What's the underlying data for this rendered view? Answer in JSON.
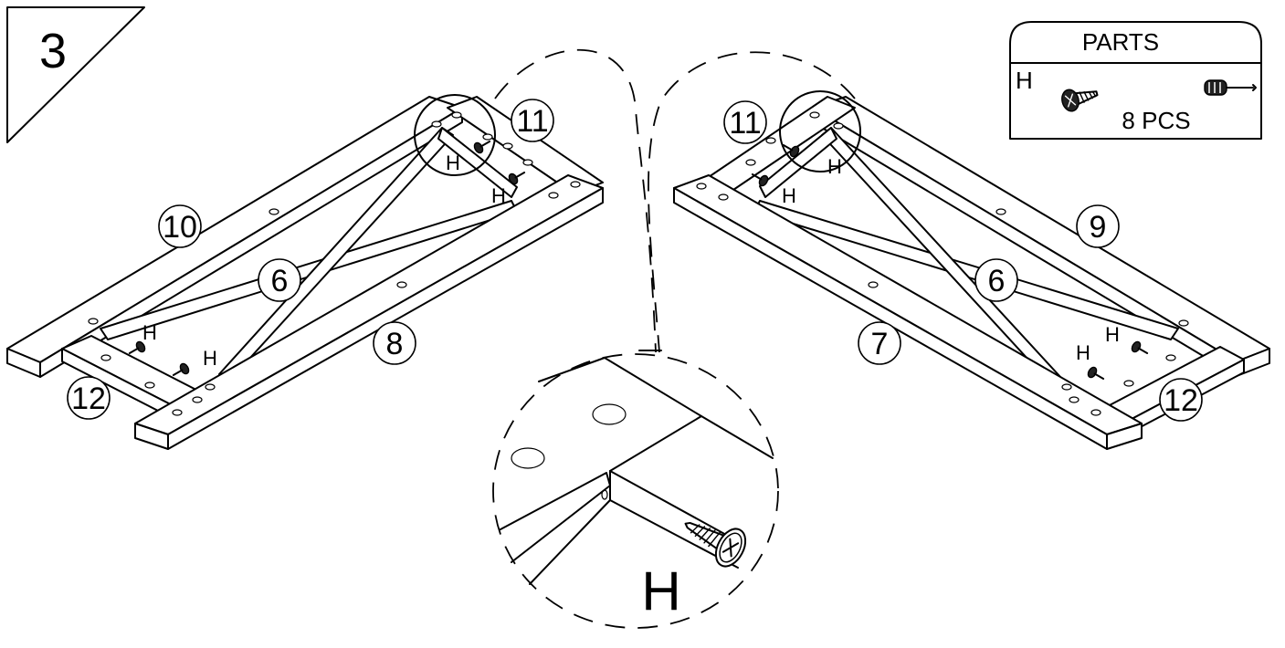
{
  "step": {
    "number": "3"
  },
  "parts_box": {
    "title": "PARTS",
    "part_letter": "H",
    "quantity": "8 PCS",
    "icons": [
      "screw-icon",
      "screwdriver-icon"
    ]
  },
  "part_labels": {
    "left_long_back": "10",
    "left_long_front": "8",
    "left_cross": "6",
    "left_short_top": "11",
    "left_short_bottom": "12",
    "right_long_back": "9",
    "right_long_front": "7",
    "right_cross": "6",
    "right_short_top": "11",
    "right_short_bottom": "12"
  },
  "screw_label": "H",
  "detail_label": "H"
}
